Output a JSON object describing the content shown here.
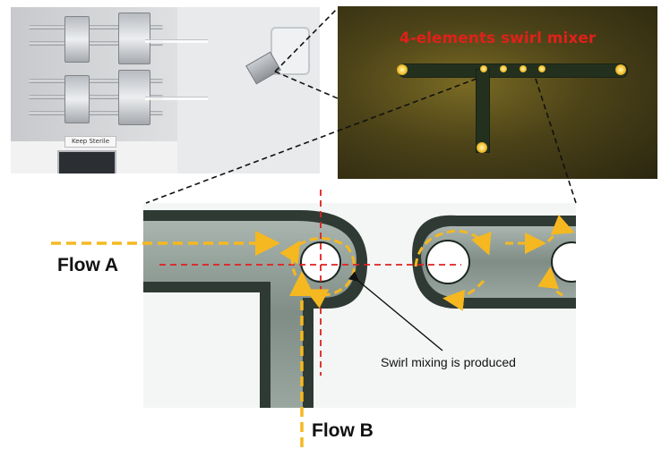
{
  "photos": {
    "pump": {
      "panel_label": "Keep Sterile"
    },
    "chip": {
      "title": "4-elements swirl mixer"
    }
  },
  "labels": {
    "flow_a": "Flow A",
    "flow_b": "Flow B",
    "swirl": "Swirl mixing is produced"
  },
  "colors": {
    "flow_arrow": "#f5b820",
    "crosshair": "#e02020",
    "chip_title": "#e0201a",
    "callout": "#111111"
  }
}
